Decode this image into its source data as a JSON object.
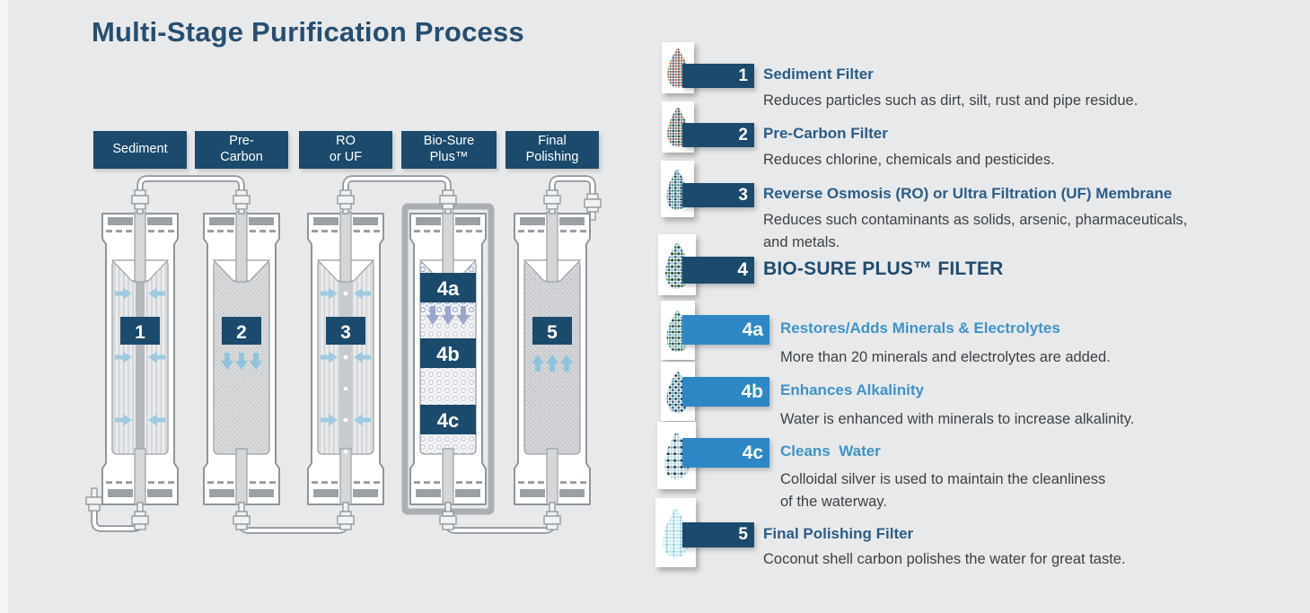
{
  "title": "Multi-Stage Purification Process",
  "colors": {
    "bg": "#e8e9ea",
    "navy": "#1b4a6c",
    "title": "#264e70",
    "headBlue": "#2a5d87",
    "subBlue": "#3f93c8",
    "barBlue": "#2d87c4",
    "desc": "#3d4246",
    "pipe": "#8e959b"
  },
  "diagram": {
    "stages": [
      {
        "label": "Sediment",
        "badge": "1",
        "flow": "inward"
      },
      {
        "label": "Pre-\nCarbon",
        "badge": "2",
        "flow": "down"
      },
      {
        "label": "RO\nor UF",
        "badge": "3",
        "flow": "inward"
      },
      {
        "label": "Bio-Sure\nPlus™",
        "badges": [
          "4a",
          "4b",
          "4c"
        ],
        "flow": "down",
        "highlighted": true
      },
      {
        "label": "Final\nPolishing",
        "badge": "5",
        "flow": "up"
      }
    ]
  },
  "legend": {
    "items": [
      {
        "number": "1",
        "icon": "droplet-icon",
        "title": "Sediment Filter",
        "description": "Reduces particles such as dirt, silt, rust and pipe residue."
      },
      {
        "number": "2",
        "icon": "droplet-icon",
        "title": "Pre-Carbon Filter",
        "description": "Reduces chlorine, chemicals and pesticides."
      },
      {
        "number": "3",
        "icon": "droplet-icon",
        "title": "Reverse Osmosis (RO) or Ultra Filtration (UF) Membrane",
        "description": "Reduces such contaminants as solids, arsenic, pharmaceuticals,\nand metals."
      },
      {
        "number": "4",
        "icon": "droplet-icon",
        "title": "BIO-SURE PLUS™ FILTER",
        "description": ""
      },
      {
        "number": "4a",
        "icon": "droplet-icon",
        "title": "Restores/Adds Minerals & Electrolytes",
        "description": "More than 20 minerals and electrolytes are added."
      },
      {
        "number": "4b",
        "icon": "droplet-icon",
        "title": "Enhances Alkalinity",
        "description": "Water is enhanced with minerals to increase alkalinity."
      },
      {
        "number": "4c",
        "icon": "droplet-icon",
        "title": "Cleans  Water",
        "description": "Colloidal silver is used to maintain the cleanliness\nof the waterway."
      },
      {
        "number": "5",
        "icon": "droplet-icon",
        "title": "Final Polishing Filter",
        "description": "Coconut shell carbon polishes the water for great taste."
      }
    ]
  }
}
